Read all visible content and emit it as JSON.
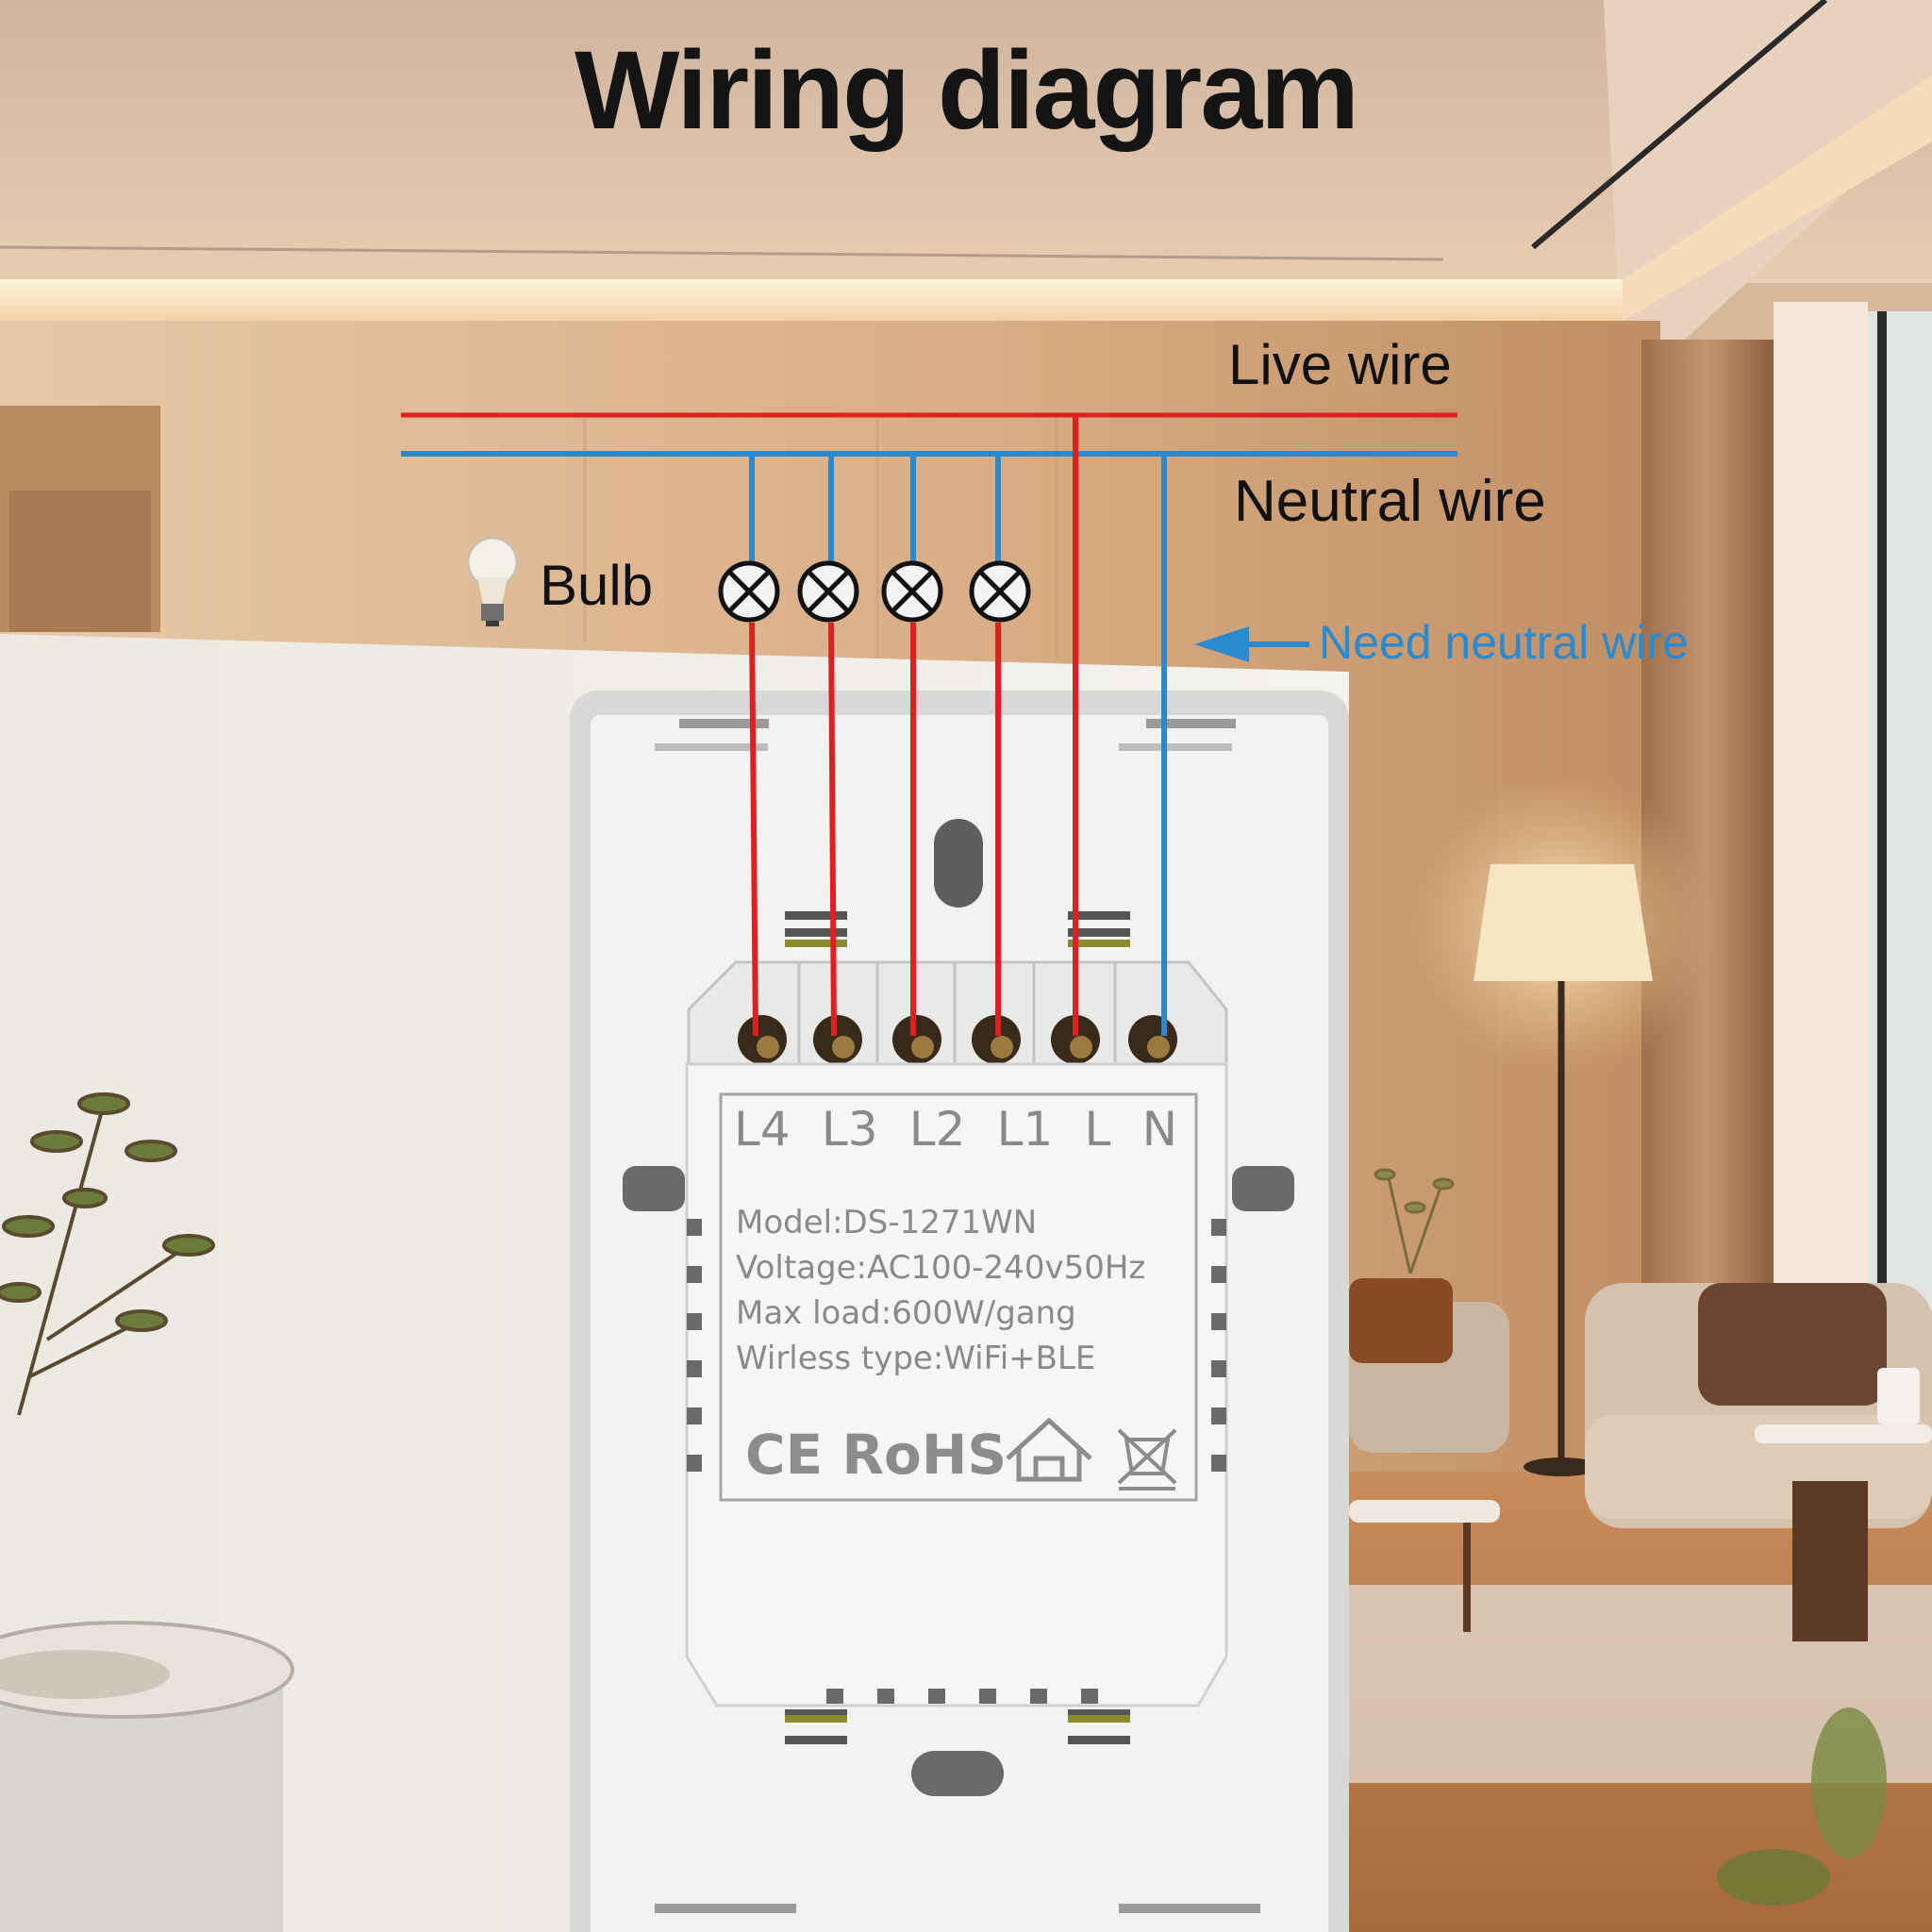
{
  "title": "Wiring diagram",
  "labels": {
    "live_wire": "Live wire",
    "neutral_wire": "Neutral wire",
    "bulb": "Bulb",
    "need_neutral": "Need neutral wire"
  },
  "terminals": [
    "L4",
    "L3",
    "L2",
    "L1",
    "L",
    "N"
  ],
  "specs": {
    "model": "Model:DS-1271WN",
    "voltage": "Voltage:AC100-240v50Hz",
    "max_load": "Max load:600W/gang",
    "wireless": "Wirless type:WiFi+BLE"
  },
  "certifications": "CE RoHS",
  "colors": {
    "live": "#e02020",
    "neutral": "#2a8ad0"
  },
  "icons": [
    "bulb-icon",
    "lamp-symbol",
    "arrow-left-icon",
    "house-icon",
    "weee-bin-icon"
  ]
}
